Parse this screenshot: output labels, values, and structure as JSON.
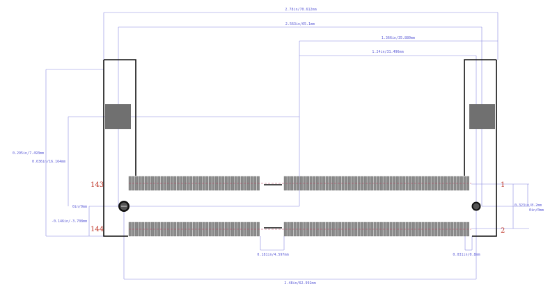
{
  "colors": {
    "outline": "#111111",
    "pad": "#8a8a8a",
    "pad_stroke": "#6f6f6f",
    "bigpad": "#707070",
    "dim_line": "#8888e0",
    "dim_text": "#5a5ad6",
    "center_line": "#c04060",
    "pin_label": "#c0392b"
  },
  "dimensions": {
    "overall_width": "2.78in/70.612mm",
    "holes_span": "2.563in/65.1mm",
    "right_section_width": "1.366in/35.880mm",
    "right_section_inner": "1.24in/31.496mm",
    "height_total": "0.295in/7.493mm",
    "height_inner": "0.636in/16.164mm",
    "origin_left": "0in/0mm",
    "lower_offset": "-0.146in/-3.708mm",
    "row_spacing": "0.323in/8.2mm",
    "origin_right": "0in/0mm",
    "key_gap": "0.181in/4.597mm",
    "pad_pitch": "0.031in/0.8mm",
    "pad_span": "2.48in/62.992mm"
  },
  "pins": {
    "top_left": "143",
    "bottom_left": "144",
    "top_right": "1",
    "bottom_right": "2"
  },
  "icons": {
    "left_hole": "mounting-hole-icon",
    "right_hole": "mounting-hole-icon"
  }
}
